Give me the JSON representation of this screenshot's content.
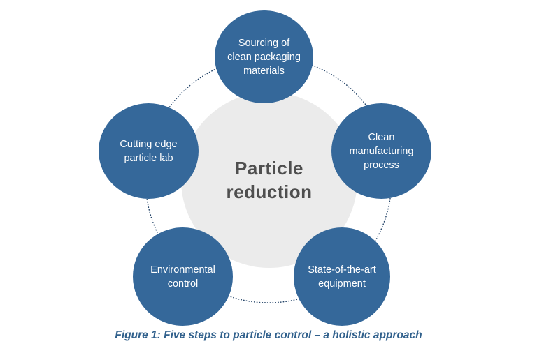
{
  "diagram": {
    "center": {
      "lines": [
        "Particle",
        "reduction"
      ]
    },
    "nodes": [
      {
        "id": "sourcing-clean-packaging",
        "position": "top",
        "lines": [
          "Sourcing of",
          "clean packaging",
          "materials"
        ]
      },
      {
        "id": "clean-manufacturing-process",
        "position": "right",
        "lines": [
          "Clean",
          "manufacturing",
          "process"
        ]
      },
      {
        "id": "state-of-the-art-equipment",
        "position": "bottom-right",
        "lines": [
          "State-of-the-art",
          "equipment"
        ]
      },
      {
        "id": "environmental-control",
        "position": "bottom-left",
        "lines": [
          "Environmental",
          "control"
        ]
      },
      {
        "id": "cutting-edge-particle-lab",
        "position": "left",
        "lines": [
          "Cutting edge",
          "particle lab"
        ]
      }
    ],
    "colors": {
      "background": "#FFFFFF",
      "node_fill": "#35689A",
      "node_text": "#FFFFFF",
      "center_fill": "#EBEBEB",
      "center_text": "#4F4F4F",
      "connector_dots": "#26466A",
      "caption_text": "#30608C"
    }
  },
  "caption": {
    "text": "Figure 1: Five steps to particle control – a holistic approach"
  }
}
